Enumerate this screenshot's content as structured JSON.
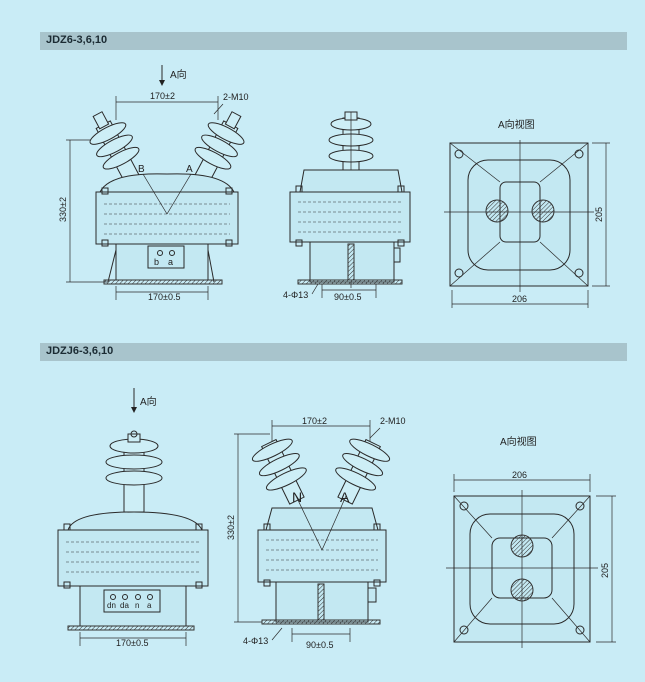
{
  "sections": [
    {
      "title": "JDZ6-3,6,10",
      "direction_label": "A向",
      "view_label": "A向视图",
      "dims": {
        "top_spacing": "170±2",
        "thread": "2-M10",
        "height": "330±2",
        "base_width": "170±0.5",
        "holes": "4-Φ13",
        "mid_width": "90±0.5",
        "view_width": "206",
        "view_height": "205"
      },
      "terminals": [
        "B",
        "A"
      ],
      "secondary": [
        "b",
        "a"
      ]
    },
    {
      "title": "JDZJ6-3,6,10",
      "direction_label": "A向",
      "view_label": "A向视图",
      "dims": {
        "top_spacing": "170±2",
        "thread": "2-M10",
        "height": "330±2",
        "base_width": "170±0.5",
        "holes": "4-Φ13",
        "mid_width": "90±0.5",
        "view_width": "206",
        "view_height": "205"
      },
      "terminals": [
        "N",
        "A"
      ],
      "secondary": [
        "dn",
        "da",
        "n",
        "a"
      ]
    }
  ],
  "colors": {
    "background": "#c9ecf6",
    "band": "#a8c4cc",
    "line": "#2a2a2a"
  }
}
